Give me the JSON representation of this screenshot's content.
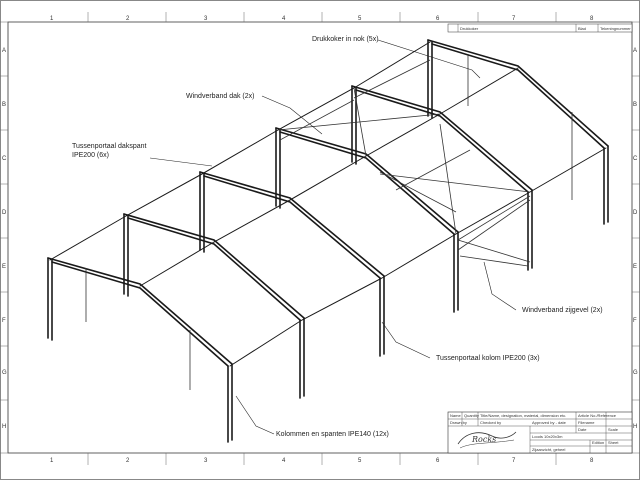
{
  "drawing": {
    "annotations": [
      {
        "id": "drukkoker",
        "text": "Drukkoker in nok (5x)"
      },
      {
        "id": "windverband-dak",
        "text": "Windverband dak (2x)"
      },
      {
        "id": "tussenportaal-dakspant-1",
        "text": "Tussenportaal dakspant"
      },
      {
        "id": "tussenportaal-dakspant-2",
        "text": "IPE200 (6x)"
      },
      {
        "id": "windverband-zijgevel",
        "text": "Windverband zijgevel (2x)"
      },
      {
        "id": "tussenportaal-kolom",
        "text": "Tussenportaal kolom IPE200 (3x)"
      },
      {
        "id": "kolommen-spanten",
        "text": "Kolommen en spanten IPE140 (12x)"
      }
    ],
    "column_markers": [
      "1",
      "2",
      "3",
      "4",
      "5",
      "6",
      "7",
      "8"
    ],
    "row_markers": [
      "A",
      "B",
      "C",
      "D",
      "E",
      "F",
      "G",
      "H"
    ]
  },
  "title_block": {
    "top_cells": [
      "Drukkoker",
      "",
      "Tekeningnummer",
      "Blad"
    ],
    "cells": [
      "Name",
      "Quantity",
      "Title/Name, designation, material, dimension etc.",
      "Article No./Reference",
      "Drawn by",
      "Checked by",
      "Approved by - date",
      "Filename",
      "Date",
      "Scale",
      "Loods 10x20x3m",
      "Edition",
      "Sheet",
      "Zijaanzicht, geheel"
    ],
    "logo": "Rocks"
  }
}
